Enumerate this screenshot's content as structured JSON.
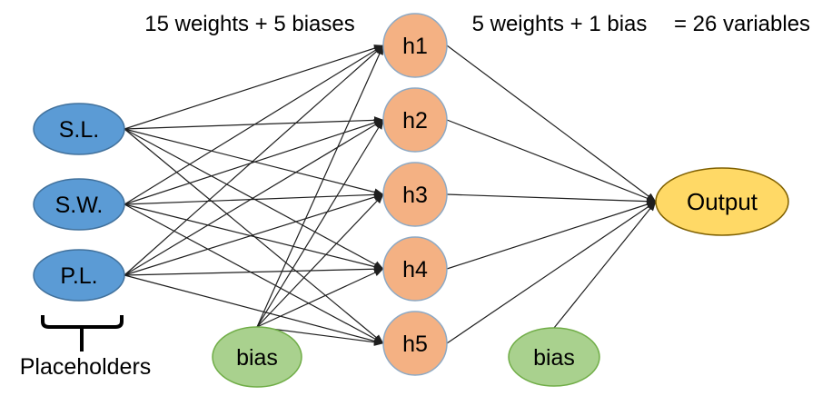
{
  "annotations": {
    "hidden_layer_params": "15 weights + 5 biases",
    "output_layer_params": "5 weights + 1 bias",
    "total_variables": "= 26 variables",
    "inputs_caption": "Placeholders"
  },
  "colors": {
    "input_fill": "#5B9BD5",
    "input_stroke": "#41719C",
    "hidden_fill": "#F4B183",
    "hidden_stroke": "#8DA9C4",
    "bias_fill": "#A9D18E",
    "bias_stroke": "#70AD47",
    "output_fill": "#FFD966",
    "output_stroke": "#7F6000",
    "edge": "#1F1F1F"
  },
  "nodes": {
    "sl": {
      "label": "S.L."
    },
    "sw": {
      "label": "S.W."
    },
    "pl": {
      "label": "P.L."
    },
    "h1": {
      "label": "h1"
    },
    "h2": {
      "label": "h2"
    },
    "h3": {
      "label": "h3"
    },
    "h4": {
      "label": "h4"
    },
    "h5": {
      "label": "h5"
    },
    "bias_hidden": {
      "label": "bias"
    },
    "bias_output": {
      "label": "bias"
    },
    "output": {
      "label": "Output"
    }
  },
  "edges": [
    {
      "from": "sl",
      "to": "h1",
      "from_anchor": "right",
      "to_anchor": "left"
    },
    {
      "from": "sl",
      "to": "h2",
      "from_anchor": "right",
      "to_anchor": "left"
    },
    {
      "from": "sl",
      "to": "h3",
      "from_anchor": "right",
      "to_anchor": "left"
    },
    {
      "from": "sl",
      "to": "h4",
      "from_anchor": "right",
      "to_anchor": "left"
    },
    {
      "from": "sl",
      "to": "h5",
      "from_anchor": "right",
      "to_anchor": "left"
    },
    {
      "from": "sw",
      "to": "h1",
      "from_anchor": "right",
      "to_anchor": "left"
    },
    {
      "from": "sw",
      "to": "h2",
      "from_anchor": "right",
      "to_anchor": "left"
    },
    {
      "from": "sw",
      "to": "h3",
      "from_anchor": "right",
      "to_anchor": "left"
    },
    {
      "from": "sw",
      "to": "h4",
      "from_anchor": "right",
      "to_anchor": "left"
    },
    {
      "from": "sw",
      "to": "h5",
      "from_anchor": "right",
      "to_anchor": "left"
    },
    {
      "from": "pl",
      "to": "h1",
      "from_anchor": "right",
      "to_anchor": "left"
    },
    {
      "from": "pl",
      "to": "h2",
      "from_anchor": "right",
      "to_anchor": "left"
    },
    {
      "from": "pl",
      "to": "h3",
      "from_anchor": "right",
      "to_anchor": "left"
    },
    {
      "from": "pl",
      "to": "h4",
      "from_anchor": "right",
      "to_anchor": "left"
    },
    {
      "from": "pl",
      "to": "h5",
      "from_anchor": "right",
      "to_anchor": "left"
    },
    {
      "from": "bias_hidden",
      "to": "h1",
      "from_anchor": "top",
      "to_anchor": "left"
    },
    {
      "from": "bias_hidden",
      "to": "h2",
      "from_anchor": "top",
      "to_anchor": "left"
    },
    {
      "from": "bias_hidden",
      "to": "h3",
      "from_anchor": "top",
      "to_anchor": "left"
    },
    {
      "from": "bias_hidden",
      "to": "h4",
      "from_anchor": "top",
      "to_anchor": "left"
    },
    {
      "from": "bias_hidden",
      "to": "h5",
      "from_anchor": "top",
      "to_anchor": "left"
    },
    {
      "from": "h1",
      "to": "output",
      "from_anchor": "right",
      "to_anchor": "left"
    },
    {
      "from": "h2",
      "to": "output",
      "from_anchor": "right",
      "to_anchor": "left"
    },
    {
      "from": "h3",
      "to": "output",
      "from_anchor": "right",
      "to_anchor": "left"
    },
    {
      "from": "h4",
      "to": "output",
      "from_anchor": "right",
      "to_anchor": "left"
    },
    {
      "from": "h5",
      "to": "output",
      "from_anchor": "right",
      "to_anchor": "left"
    },
    {
      "from": "bias_output",
      "to": "output",
      "from_anchor": "top",
      "to_anchor": "left"
    }
  ]
}
